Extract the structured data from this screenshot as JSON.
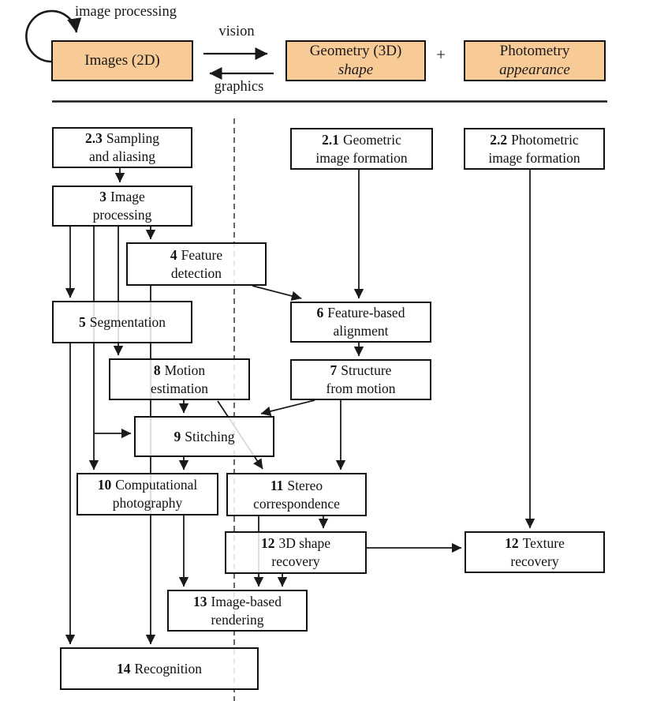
{
  "colors": {
    "stage_bg": "#ffffff",
    "box_fill": "#f8ca96",
    "line": "#1a1a1a",
    "dashed_line": "#333333"
  },
  "top": {
    "loop_label": "image processing",
    "vision_label": "vision",
    "graphics_label": "graphics",
    "plus_sign": "+",
    "boxes": [
      {
        "id": "images",
        "line1": "Images (2D)",
        "line2": ""
      },
      {
        "id": "geometry",
        "line1": "Geometry (3D)",
        "line2": "shape"
      },
      {
        "id": "photometry",
        "line1": "Photometry",
        "line2": "appearance"
      }
    ]
  },
  "chapters": [
    {
      "num": "2.3",
      "line1": "Sampling",
      "line2": "and aliasing"
    },
    {
      "num": "3",
      "line1": "Image",
      "line2": "processing"
    },
    {
      "num": "2.1",
      "line1": "Geometric",
      "line2": "image formation"
    },
    {
      "num": "2.2",
      "line1": "Photometric",
      "line2": "image formation"
    },
    {
      "num": "4",
      "line1": "Feature",
      "line2": "detection"
    },
    {
      "num": "5",
      "line1": "Segmentation",
      "line2": ""
    },
    {
      "num": "6",
      "line1": "Feature-based",
      "line2": "alignment"
    },
    {
      "num": "8",
      "line1": "Motion",
      "line2": "estimation"
    },
    {
      "num": "7",
      "line1": "Structure",
      "line2": "from motion"
    },
    {
      "num": "9",
      "line1": "Stitching",
      "line2": ""
    },
    {
      "num": "10",
      "line1": "Computational",
      "line2": "photography"
    },
    {
      "num": "11",
      "line1": "Stereo",
      "line2": "correspondence"
    },
    {
      "num": "12",
      "line1": "3D shape",
      "line2": "recovery"
    },
    {
      "num": "12",
      "line1": "Texture",
      "line2": "recovery"
    },
    {
      "num": "13",
      "line1": "Image-based",
      "line2": "rendering"
    },
    {
      "num": "14",
      "line1": "Recognition",
      "line2": ""
    }
  ],
  "edges": [
    [
      "Images (2D)",
      "Images (2D)",
      "image processing"
    ],
    [
      "Images (2D)",
      "Geometry (3D)",
      "vision"
    ],
    [
      "Geometry (3D)",
      "Images (2D)",
      "graphics"
    ],
    [
      "2.3 Sampling and aliasing",
      "3 Image processing"
    ],
    [
      "3 Image processing",
      "4 Feature detection"
    ],
    [
      "3 Image processing",
      "5 Segmentation"
    ],
    [
      "3 Image processing",
      "8 Motion estimation"
    ],
    [
      "3 Image processing",
      "10 Computational photography"
    ],
    [
      "3 Image processing",
      "9 Stitching"
    ],
    [
      "4 Feature detection",
      "6 Feature-based alignment"
    ],
    [
      "4 Feature detection",
      "14 Recognition"
    ],
    [
      "2.1 Geometric image formation",
      "6 Feature-based alignment"
    ],
    [
      "6 Feature-based alignment",
      "7 Structure from motion"
    ],
    [
      "7 Structure from motion",
      "9 Stitching"
    ],
    [
      "7 Structure from motion",
      "11 Stereo correspondence"
    ],
    [
      "8 Motion estimation",
      "9 Stitching"
    ],
    [
      "8 Motion estimation",
      "11 Stereo correspondence"
    ],
    [
      "5 Segmentation",
      "14 Recognition"
    ],
    [
      "9 Stitching",
      "10 Computational photography"
    ],
    [
      "10 Computational photography",
      "13 Image-based rendering"
    ],
    [
      "11 Stereo correspondence",
      "12 3D shape recovery"
    ],
    [
      "11 Stereo correspondence",
      "13 Image-based rendering"
    ],
    [
      "12 3D shape recovery",
      "13 Image-based rendering"
    ],
    [
      "12 3D shape recovery",
      "12 Texture recovery"
    ],
    [
      "2.2 Photometric image formation",
      "12 Texture recovery"
    ]
  ]
}
